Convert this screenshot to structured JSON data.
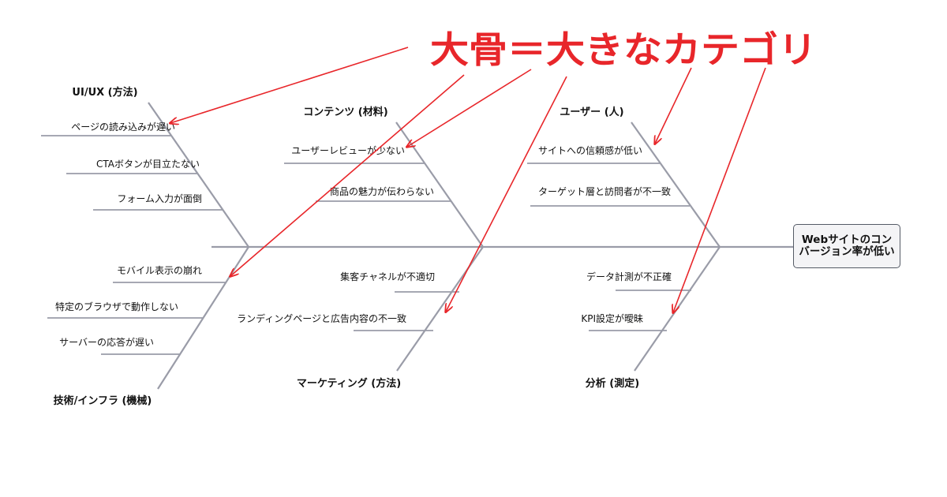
{
  "annotation": {
    "text": "大骨＝大きなカテゴリ",
    "color": "#e8262a"
  },
  "effect": "Webサイトのコンバージョン率が低い",
  "categories": [
    {
      "label": "UI/UX (方法)",
      "causes": [
        "ページの読み込みが遅い",
        "CTAボタンが目立たない",
        "フォーム入力が面倒"
      ]
    },
    {
      "label": "コンテンツ (材料)",
      "causes": [
        "ユーザーレビューが少ない",
        "商品の魅力が伝わらない"
      ]
    },
    {
      "label": "ユーザー (人)",
      "causes": [
        "サイトへの信頼感が低い",
        "ターゲット層と訪問者が不一致"
      ]
    },
    {
      "label": "技術/インフラ (機械)",
      "causes": [
        "モバイル表示の崩れ",
        "特定のブラウザで動作しない",
        "サーバーの応答が遅い"
      ]
    },
    {
      "label": "マーケティング (方法)",
      "causes": [
        "集客チャネルが不適切",
        "ランディングページと広告内容の不一致"
      ]
    },
    {
      "label": "分析 (測定)",
      "causes": [
        "データ計測が不正確",
        "KPI設定が曖昧"
      ]
    }
  ],
  "colors": {
    "bone": "#9a9ca8",
    "text": "#111111",
    "arrow": "#e8262a"
  }
}
